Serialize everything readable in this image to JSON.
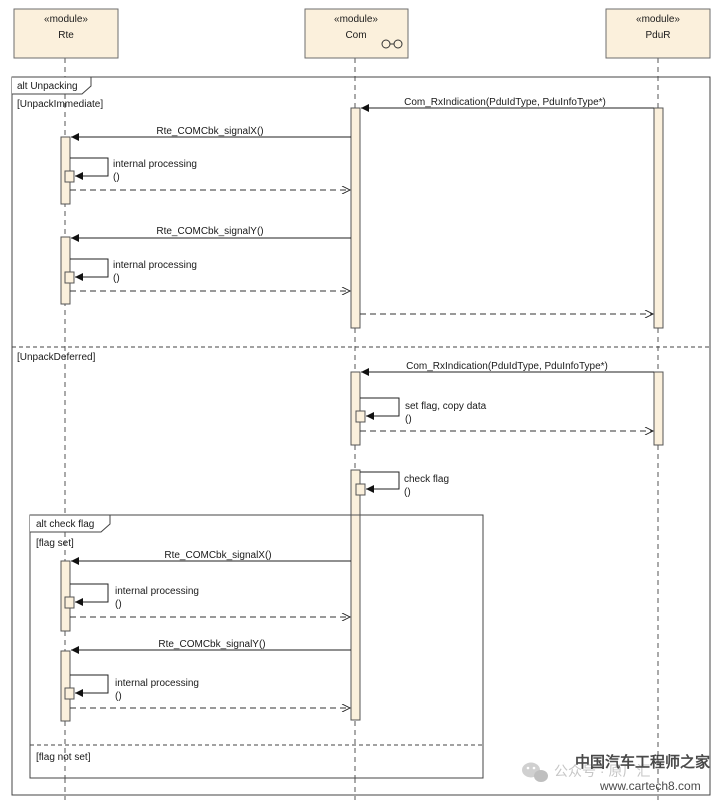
{
  "participants": [
    {
      "stereotype": "«module»",
      "name": "Rte"
    },
    {
      "stereotype": "«module»",
      "name": "Com"
    },
    {
      "stereotype": "«module»",
      "name": "PduR"
    }
  ],
  "outer_frame": {
    "label": "alt Unpacking",
    "guard_immediate": "[UnpackImmediate]",
    "guard_deferred": "[UnpackDeferred]"
  },
  "inner_frame": {
    "label": "alt check flag",
    "guard_set": "[flag set]",
    "guard_not_set": "[flag not set]"
  },
  "messages": {
    "rx_indication_1": "Com_RxIndication(PduIdType, PduInfoType*)",
    "signal_x_1": "Rte_COMCbk_signalX()",
    "internal_1": "internal processing",
    "internal_1_args": "()",
    "signal_y_1": "Rte_COMCbk_signalY()",
    "internal_2": "internal processing",
    "internal_2_args": "()",
    "rx_indication_2": "Com_RxIndication(PduIdType, PduInfoType*)",
    "set_flag": "set flag, copy data",
    "set_flag_args": "()",
    "check_flag": "check flag",
    "check_flag_args": "()",
    "signal_x_2": "Rte_COMCbk_signalX()",
    "internal_3": "internal processing",
    "internal_3_args": "()",
    "signal_y_2": "Rte_COMCbk_signalY()",
    "internal_4": "internal processing",
    "internal_4_args": "()"
  },
  "watermark": {
    "title": "中国汽车工程师之家",
    "subtitle": "公众号 · 原厂汇",
    "url": "www.cartech8.com"
  }
}
